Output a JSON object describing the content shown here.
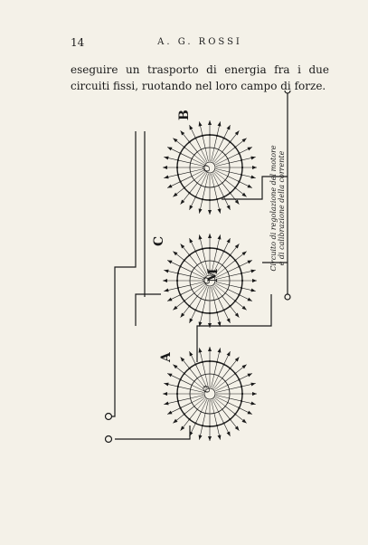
{
  "page": {
    "number": "14",
    "running_head": "A. G. ROSSI"
  },
  "body": {
    "text": "eseguire un trasporto di energia fra i due circuiti fissi, ruotando nel loro campo di forze."
  },
  "figure": {
    "labels": {
      "A": "A",
      "B": "B",
      "C": "C",
      "M": "M",
      "O": "O",
      "caption_vertical_1": "Circuito di regolazione del motore",
      "caption_vertical_2": "e di calibrazione della corrente"
    }
  }
}
